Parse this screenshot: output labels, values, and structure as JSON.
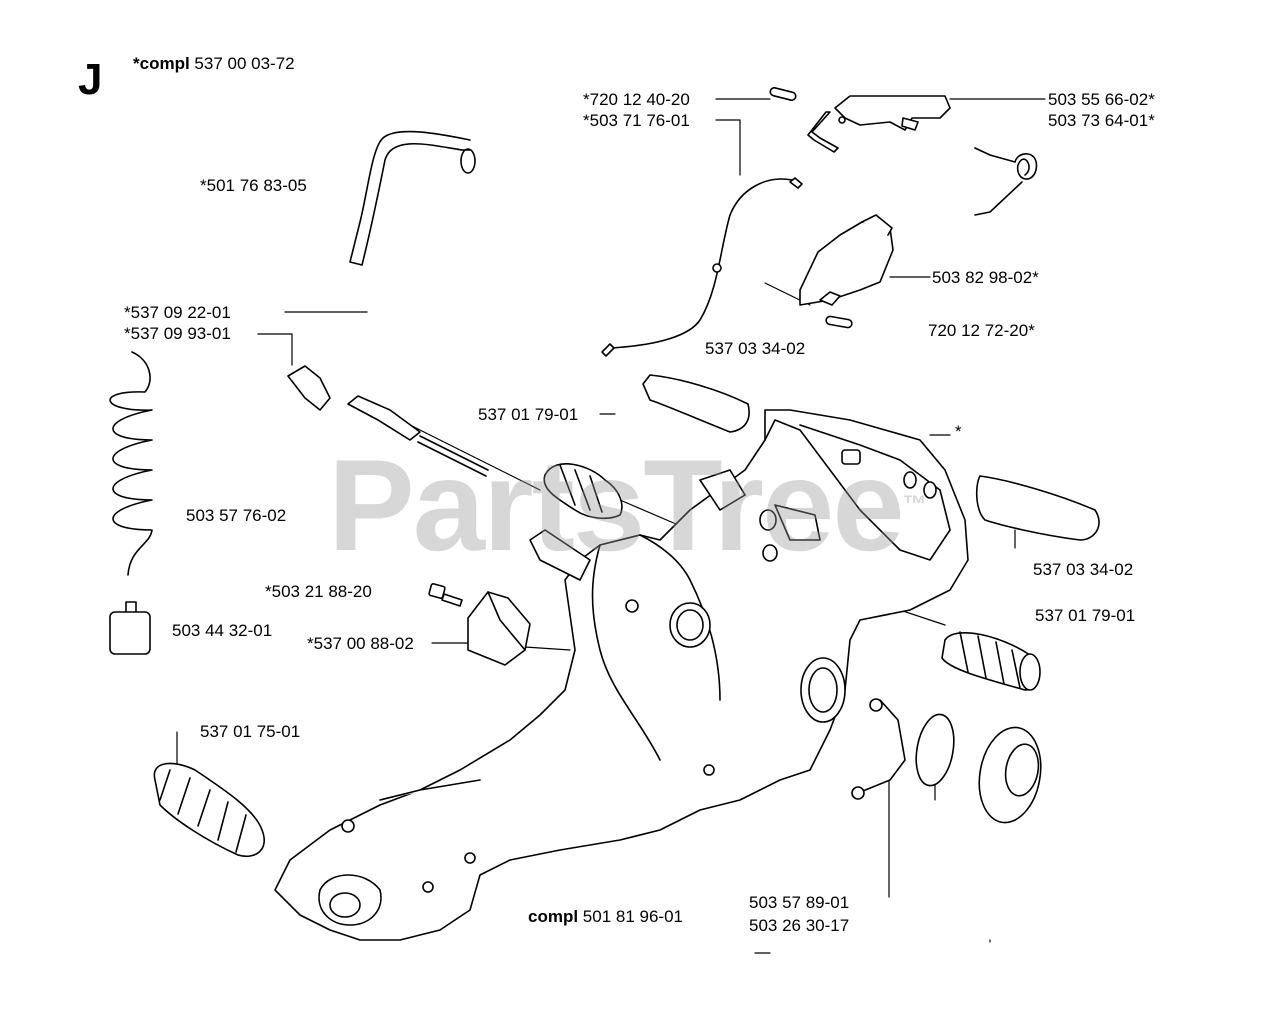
{
  "section_letter": "J",
  "top_assembly": {
    "prefix": "*compl",
    "number": "537 00 03-72"
  },
  "bottom_assembly": {
    "prefix": "compl",
    "number": "501 81 96-01"
  },
  "watermark": {
    "text": "PartsTree",
    "mark": "™"
  },
  "asterisk_mark": "*",
  "labels": {
    "hose": "*501 76 83-05",
    "pin_top": "*720 12 40-20",
    "cable_sleeve": "*503 71 76-01",
    "trigger": "503 55 66-02*",
    "trigger_lockout": "503 73 64-01*",
    "throttle_lock": "503 82 98-02*",
    "pin_lower": "720 12 72-20*",
    "throttle_cable": "537 03 34-02",
    "fitting_a": "*537 09 22-01",
    "fitting_b": "*537 09 93-01",
    "filter_cover": "537 01 79-01",
    "spring": "503 57 76-02",
    "fuel_filter": "503 44 32-01",
    "screw": "*503 21 88-20",
    "bracket": "*537 00 88-02",
    "vib_damper_right": "537 03 34-02",
    "vib_damper_right_2": "537 01 79-01",
    "vib_damper_left": "537 01 75-01",
    "cap_strap": "503 57 89-01",
    "cap_oring": "503 26 30-17"
  }
}
